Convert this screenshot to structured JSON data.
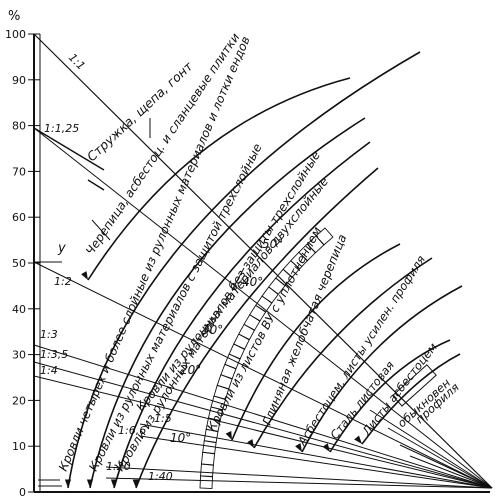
{
  "axis": {
    "unit": "%",
    "ticks": [
      "0",
      "10",
      "20",
      "30",
      "40",
      "50",
      "60",
      "70",
      "80",
      "90",
      "100"
    ]
  },
  "slope_ratios": {
    "r1_1": "1:1",
    "r1_1_25": "1:1,25",
    "r1_2": "1:2",
    "r1_3": "1:3",
    "r1_3_5": "1:3,5",
    "r1_4": "1:4",
    "r1_5": "1:5",
    "r1_6_6": "1:6,6",
    "r1_20": "1:20",
    "r1_40": "1:40"
  },
  "angle_marker": "y",
  "angles": [
    "10°",
    "20°",
    "30°",
    "40°",
    "50°"
  ],
  "materials": {
    "shavings": "Стружка, щепа, гонт",
    "tiles": "Черепица, асбестоц. и сланцевые плитки",
    "roll_four": "Кровли четырех и более слойные из рулонных материалов и лотки ендов",
    "roll_three_prot": "Кровли из рулонных материалов с защитой трехслойные",
    "roll_three_noprot": "Кровли из рулонных материалов без защиты трехслойные",
    "roll_two": "Кровли из рулонных материалов двухслойные",
    "vu_sheets": "Кровли из листов ВУ с уплотнением",
    "clay_tile": "Глиняная желобчатая черепица",
    "asb_reinforced": "Асбестоцем. листы усилен. профиля",
    "steel_sheet": "Сталь листовая",
    "asb_ordinary_1": "Листы асбестоцем",
    "asb_ordinary_2": "обыкновен",
    "asb_ordinary_3": "профиля"
  }
}
